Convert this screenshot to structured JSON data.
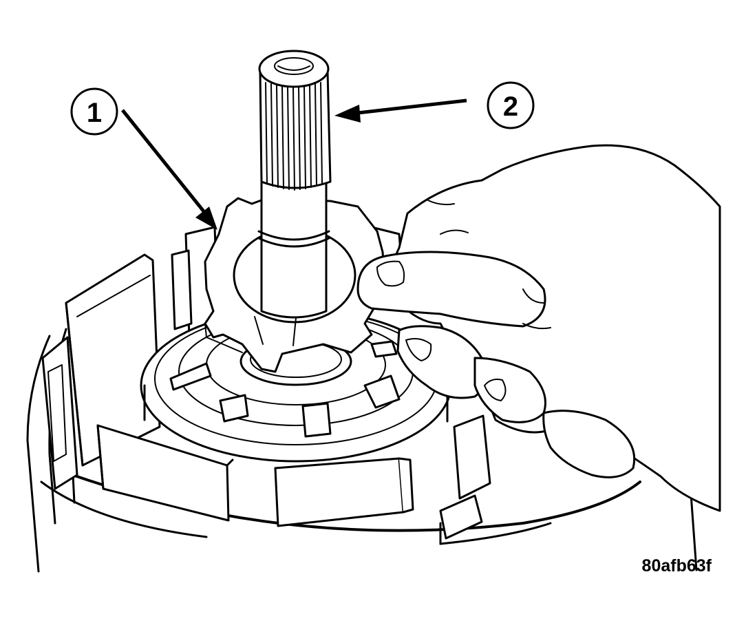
{
  "figure": {
    "callouts": [
      {
        "number": "1"
      },
      {
        "number": "2"
      }
    ],
    "figure_code": "80afb63f"
  }
}
